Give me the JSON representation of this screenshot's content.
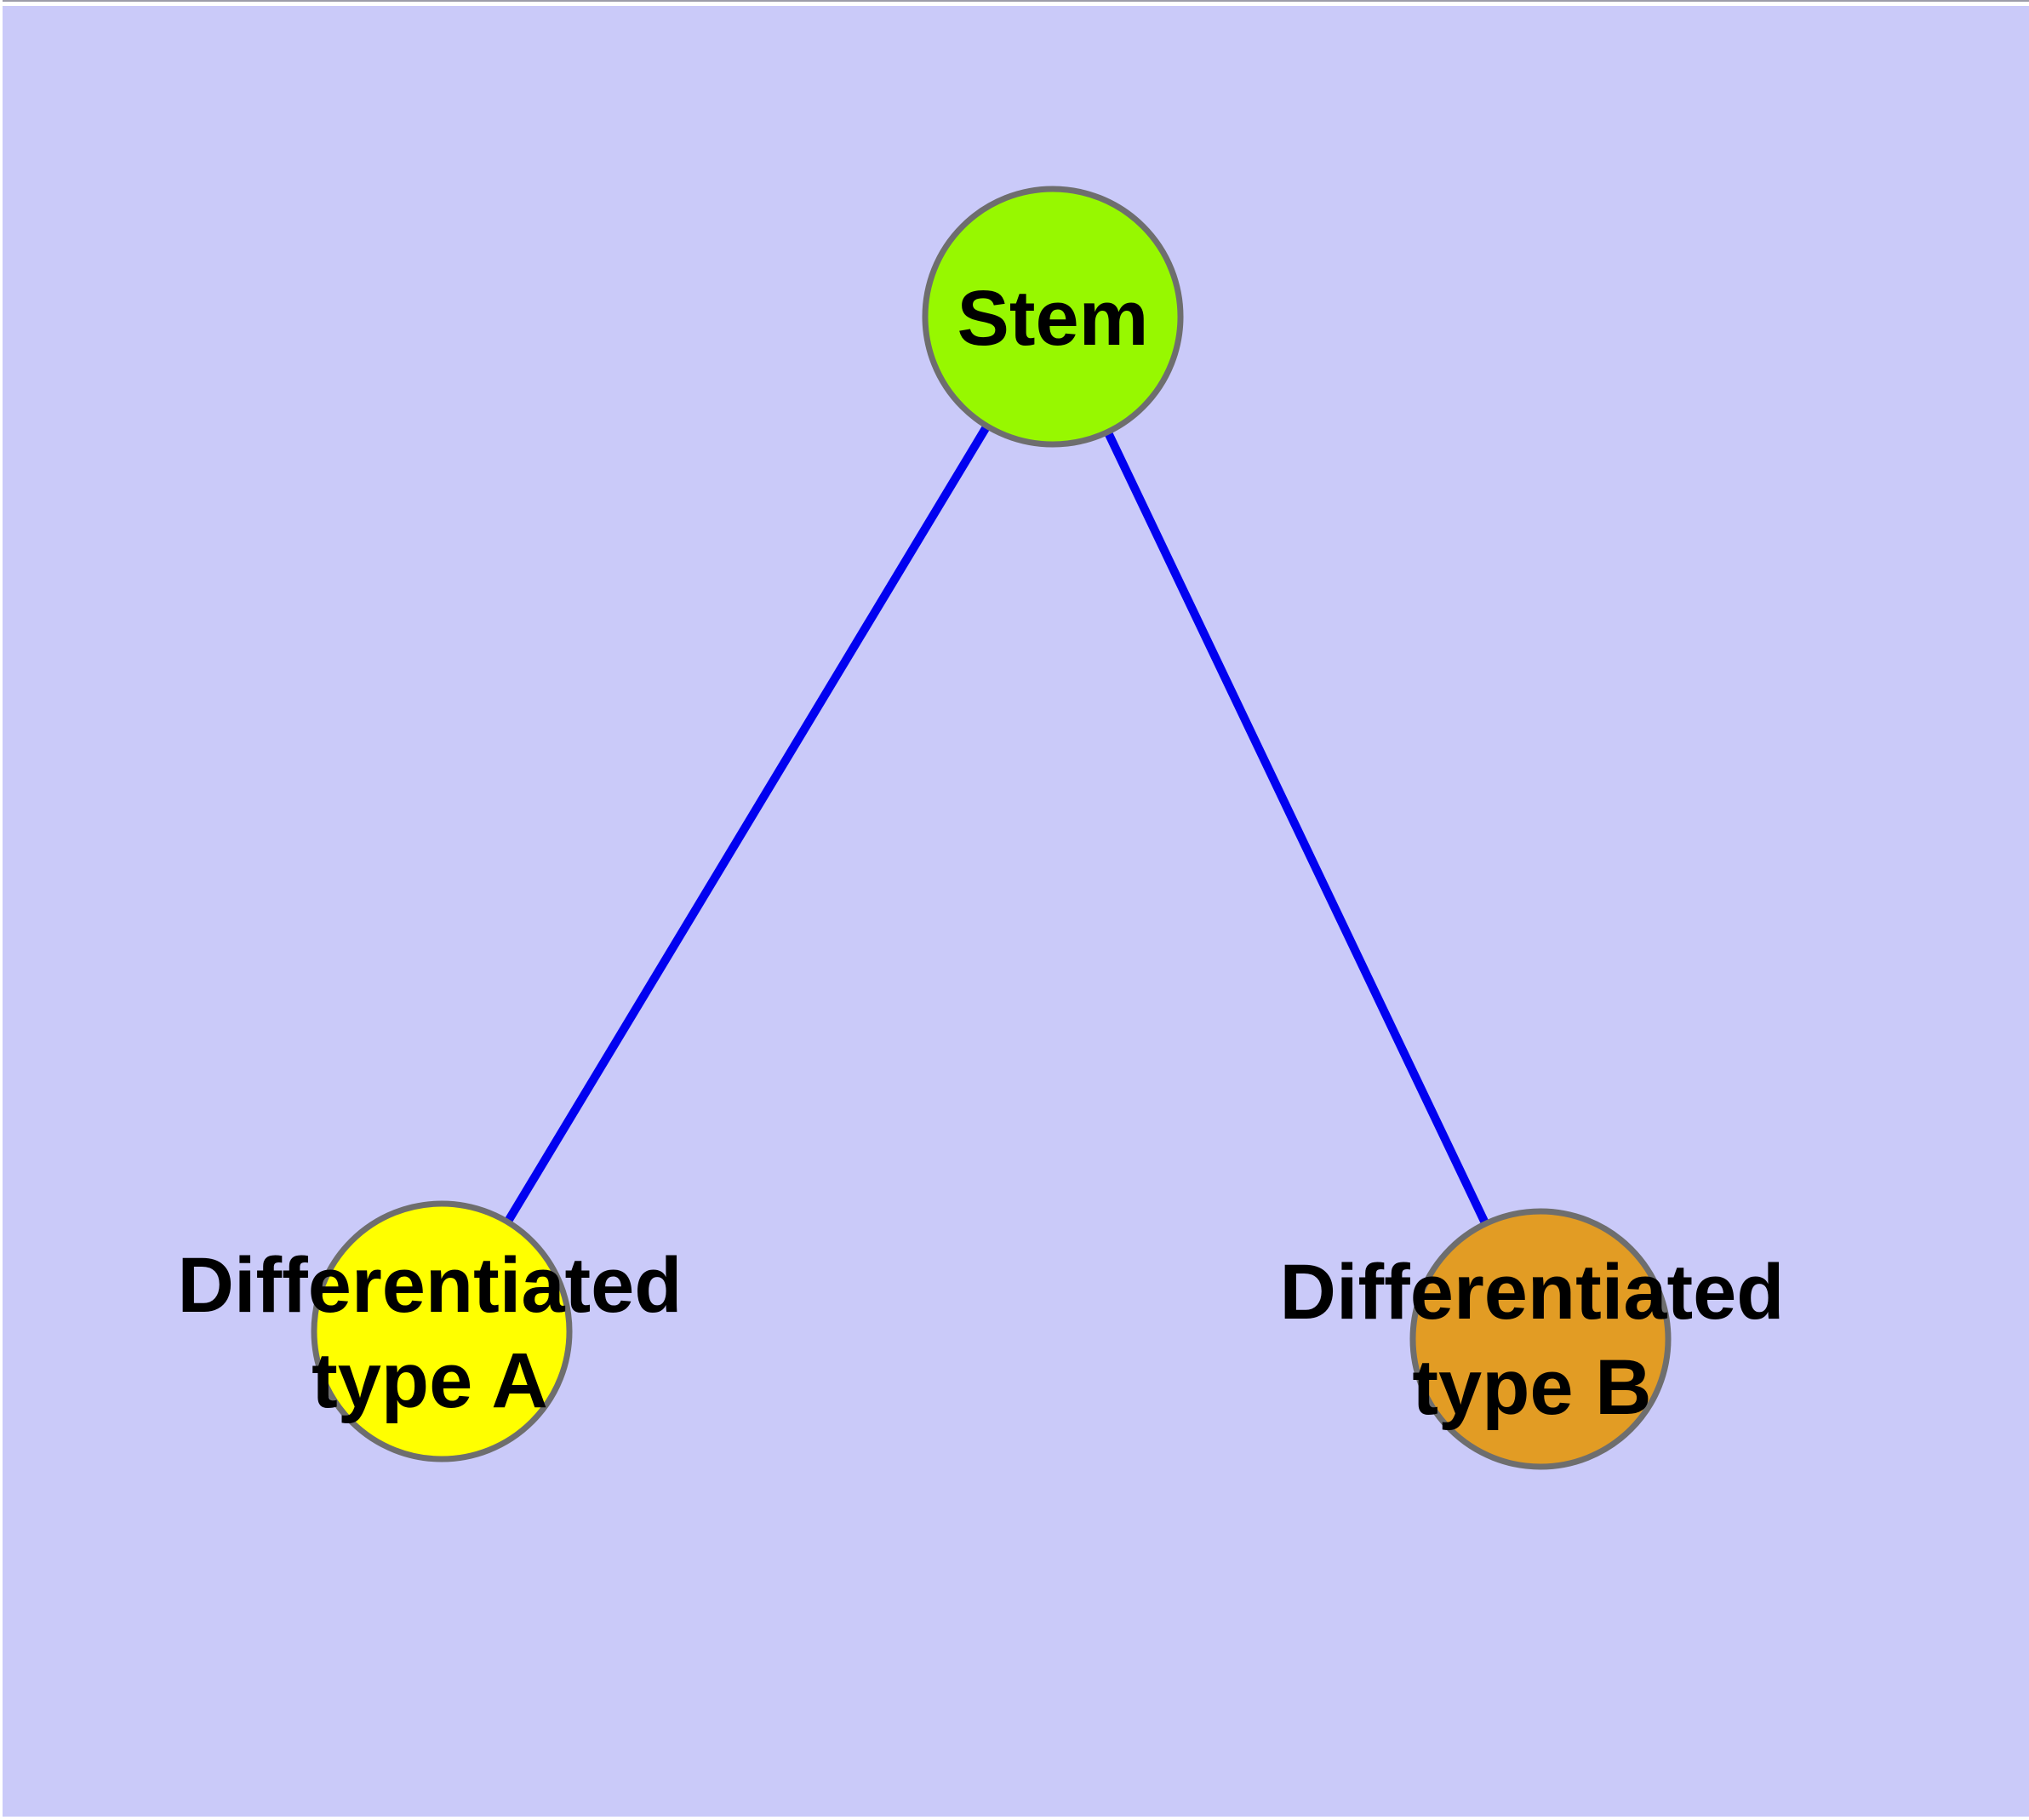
{
  "graph": {
    "background_color": "#cacaf9",
    "node_border_color": "#6e6e6e",
    "edge_color": "#0101f0",
    "label_color": "#000000",
    "nodes": [
      {
        "id": "stem",
        "label": "Stem",
        "fill": "#97f800"
      },
      {
        "id": "type-a",
        "label": "Differentiated\ntype A",
        "fill": "#ffff00"
      },
      {
        "id": "type-b",
        "label": "Differentiated\ntype B",
        "fill": "#e29c24"
      }
    ],
    "edges": [
      {
        "from": "stem",
        "to": "type-a"
      },
      {
        "from": "stem",
        "to": "type-b"
      }
    ]
  }
}
